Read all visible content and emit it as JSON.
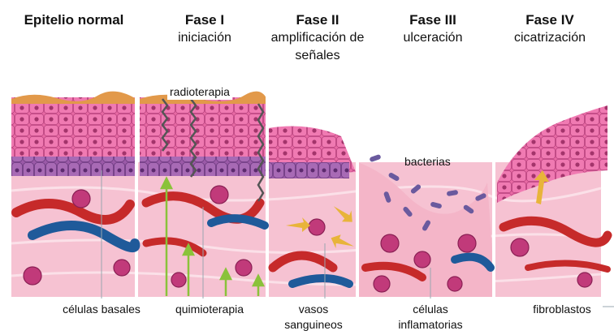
{
  "headers": [
    {
      "title": "Epitelio normal",
      "subtitle": ""
    },
    {
      "title": "Fase I",
      "subtitle": "iniciación"
    },
    {
      "title": "Fase II",
      "subtitle": "amplificación de señales"
    },
    {
      "title": "Fase III",
      "subtitle": "ulceración"
    },
    {
      "title": "Fase IV",
      "subtitle": "cicatrización"
    }
  ],
  "inline_labels": {
    "radiotherapy": "radioterapia",
    "bacteria": "bacterias"
  },
  "bottom_labels": {
    "basal_cells": "células basales",
    "chemotherapy": "quimioterapia",
    "blood_vessels": "vasos sanguineos",
    "inflammatory_cells": "células inflamatorias",
    "fibroblasts": "fibroblastos"
  },
  "colors": {
    "cell": "#e25e9c",
    "cell_dark": "#b33a76",
    "basal": "#8a4a9b",
    "tissue": "#f7c3d3",
    "vessel_red": "#c62a2a",
    "vessel_blue": "#1f5a9a",
    "keratin": "#e2994a",
    "arrow_green": "#8ac23a",
    "arrow_gold": "#e8b43a",
    "bacteria": "#6a5a9e"
  }
}
